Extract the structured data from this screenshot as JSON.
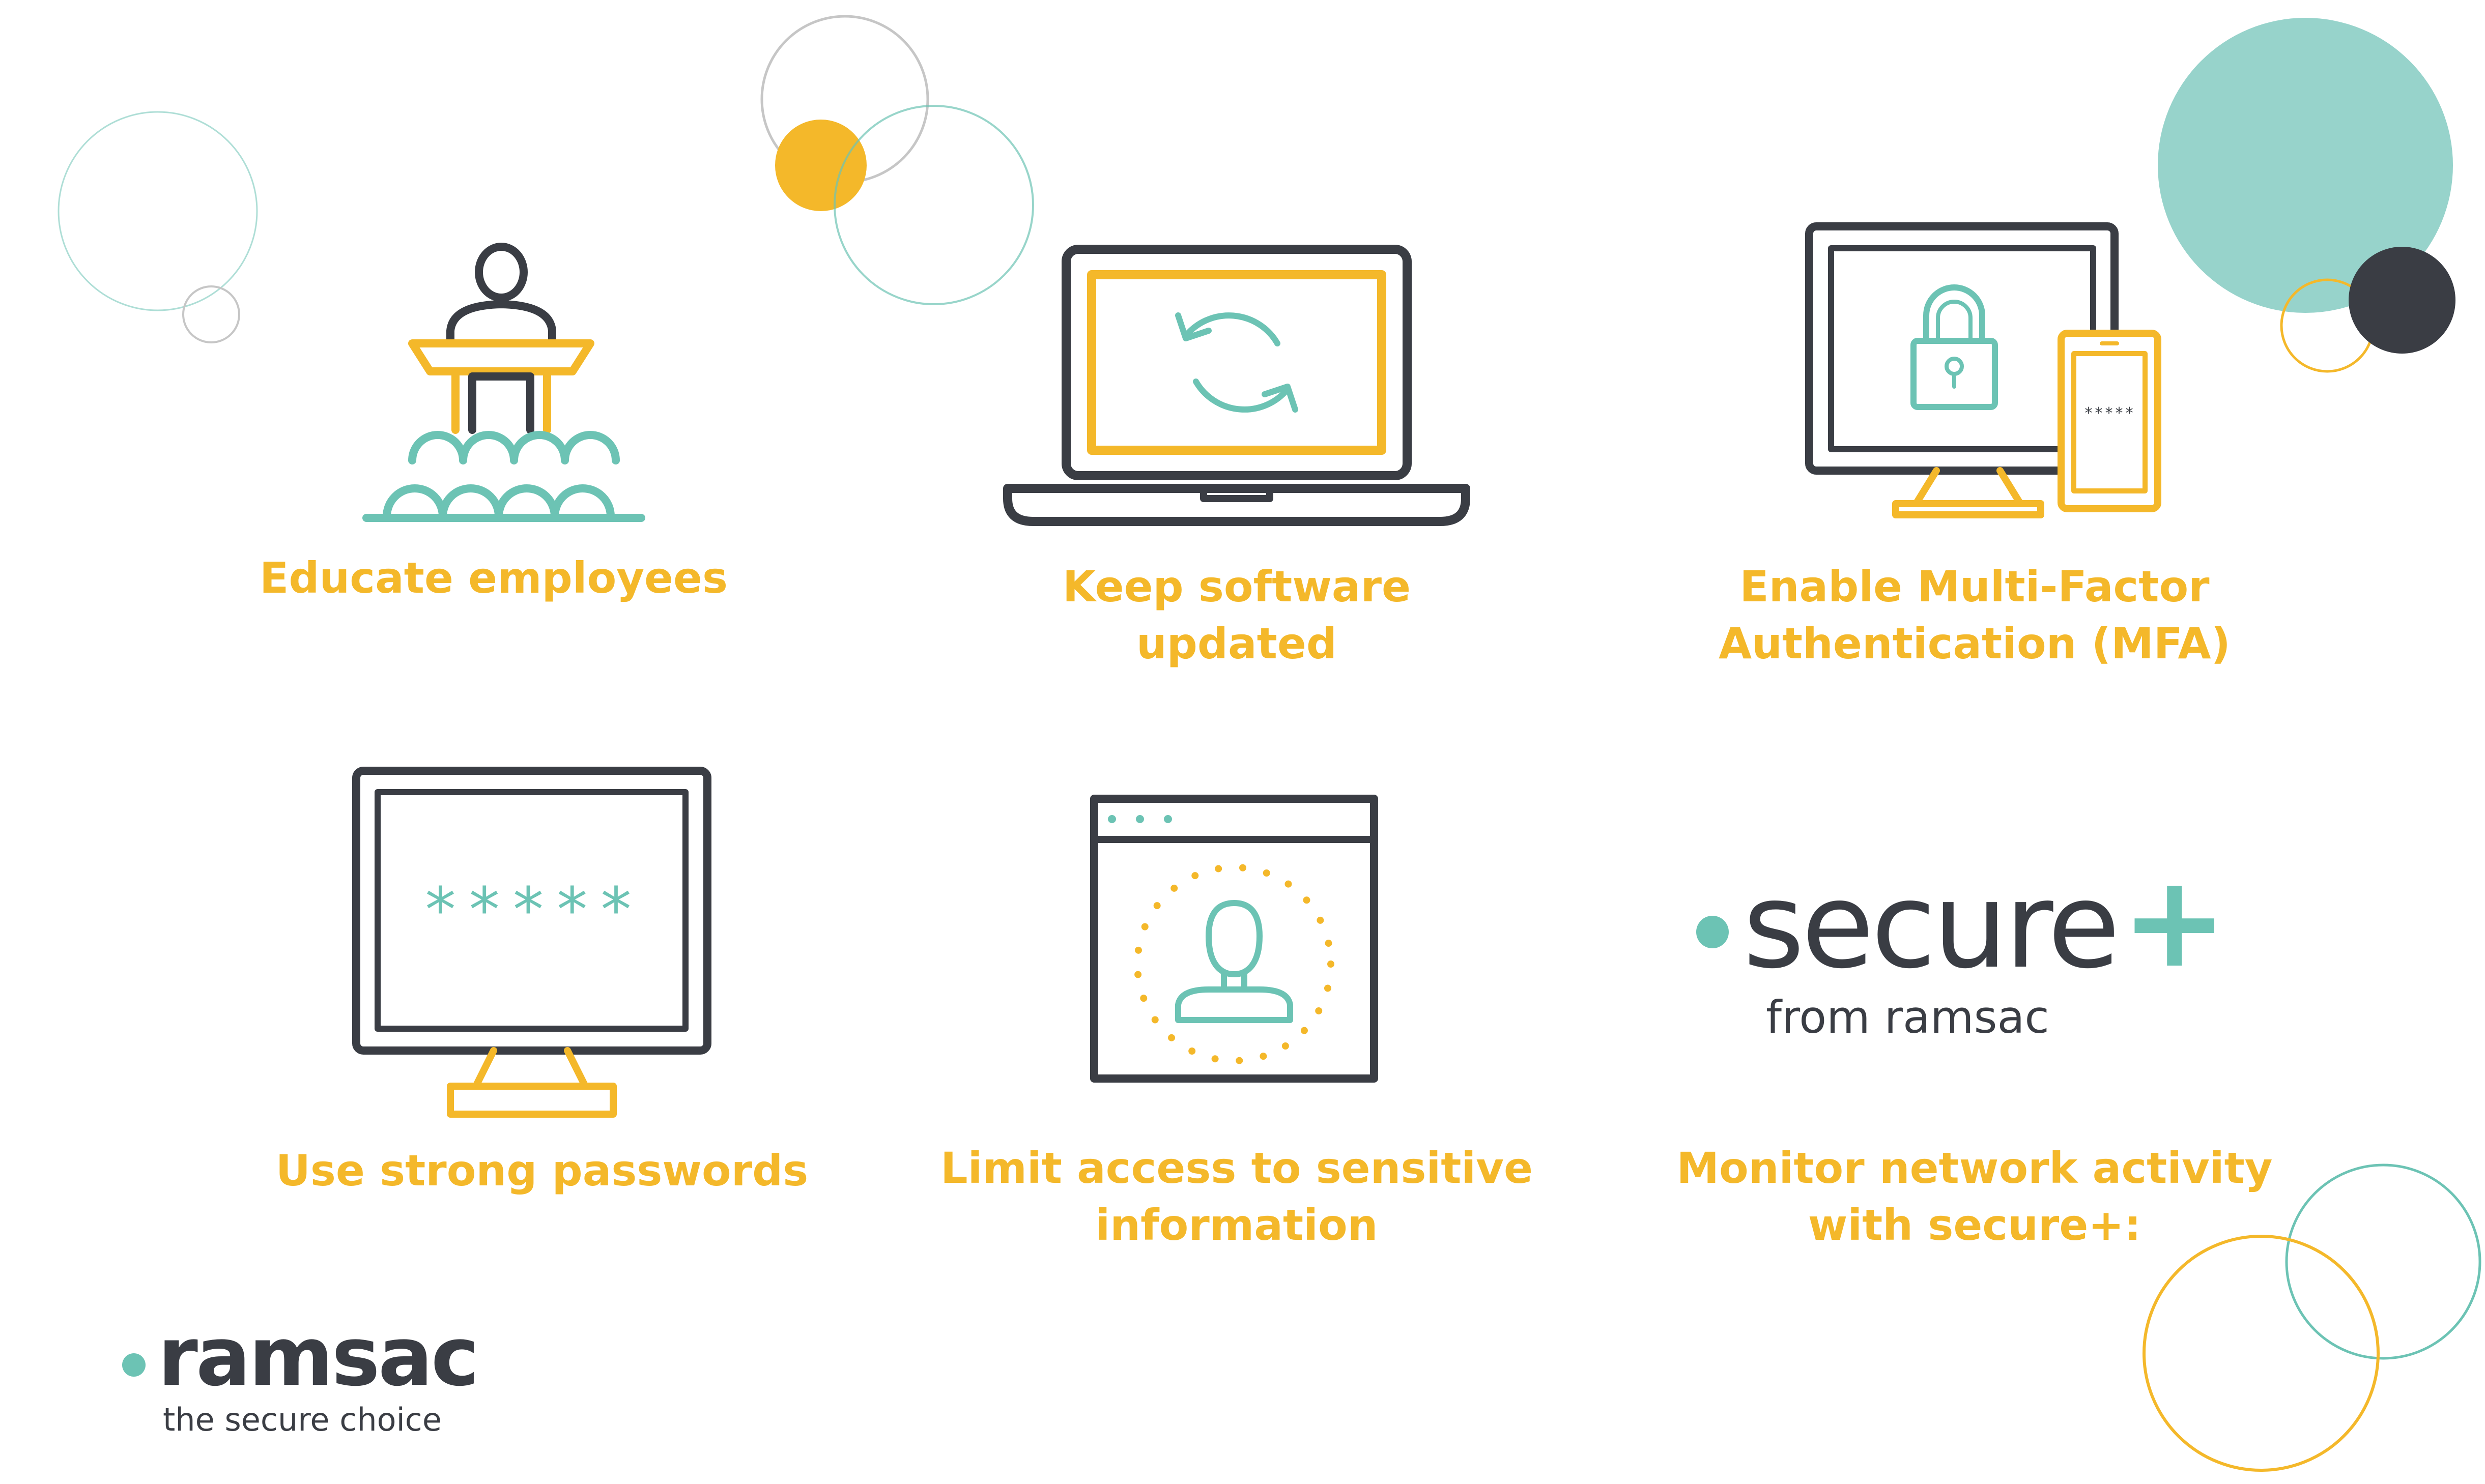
{
  "colors": {
    "yellow": "#f4b82a",
    "teal": "#6cc3b4",
    "teal_light": "#97d3cb",
    "dark": "#3a3d44",
    "gray_ring": "#c6c6c6"
  },
  "items": [
    {
      "id": "educate",
      "icon": "presenter-audience-icon",
      "lines": [
        "Educate employees"
      ]
    },
    {
      "id": "software",
      "icon": "laptop-refresh-icon",
      "lines": [
        "Keep software",
        "updated"
      ]
    },
    {
      "id": "mfa",
      "icon": "monitor-padlock-phone-icon",
      "lines": [
        "Enable Multi-Factor",
        "Authentication (MFA)"
      ]
    },
    {
      "id": "passwords",
      "icon": "monitor-password-icon",
      "lines": [
        "Use strong passwords"
      ]
    },
    {
      "id": "access",
      "icon": "browser-user-icon",
      "lines": [
        "Limit access to sensitive",
        "information"
      ]
    },
    {
      "id": "monitor",
      "icon": "secure-plus-logo",
      "lines": [
        "Monitor network activity",
        "with secure+:"
      ]
    }
  ],
  "mfa_phone_mask": "*****",
  "password_mask": "*****",
  "secure_logo": {
    "word": "secure",
    "plus": "+",
    "tagline": "from ramsac"
  },
  "ramsac_logo": {
    "word": "ramsac",
    "tagline": "the secure choice"
  }
}
